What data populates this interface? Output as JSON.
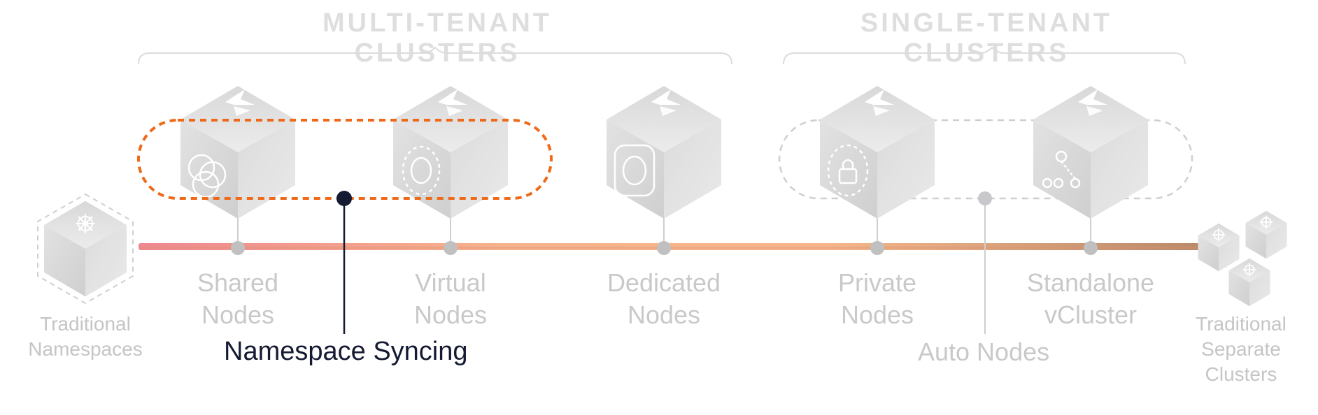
{
  "groups": {
    "multi_tenant": "MULTI-TENANT CLUSTERS",
    "single_tenant": "SINGLE-TENANT CLUSTERS"
  },
  "nodes": [
    {
      "line1": "Shared",
      "line2": "Nodes",
      "icon": "venn-circles-icon"
    },
    {
      "line1": "Virtual",
      "line2": "Nodes",
      "icon": "dashed-circle-icon"
    },
    {
      "line1": "Dedicated",
      "line2": "Nodes",
      "icon": "rounded-square-circle-icon"
    },
    {
      "line1": "Private",
      "line2": "Nodes",
      "icon": "padlock-icon"
    },
    {
      "line1": "Standalone",
      "line2": "vCluster",
      "icon": "node-graph-icon"
    }
  ],
  "ends": {
    "left": {
      "line1": "Traditional",
      "line2": "Namespaces",
      "icon": "kubernetes-helm-icon"
    },
    "right": {
      "line1": "Traditional",
      "line2": "Separate",
      "line3": "Clusters",
      "icon": "kubernetes-helm-icon"
    }
  },
  "callouts": {
    "namespace_syncing": "Namespace Syncing",
    "auto_nodes": "Auto Nodes"
  },
  "colors": {
    "orange_dashed": "#ee6a1a",
    "callout_dot": "#151a33",
    "gray_label": "#c9c9c9",
    "track_start": "#ee8a8e",
    "track_end": "#c88f6a"
  }
}
